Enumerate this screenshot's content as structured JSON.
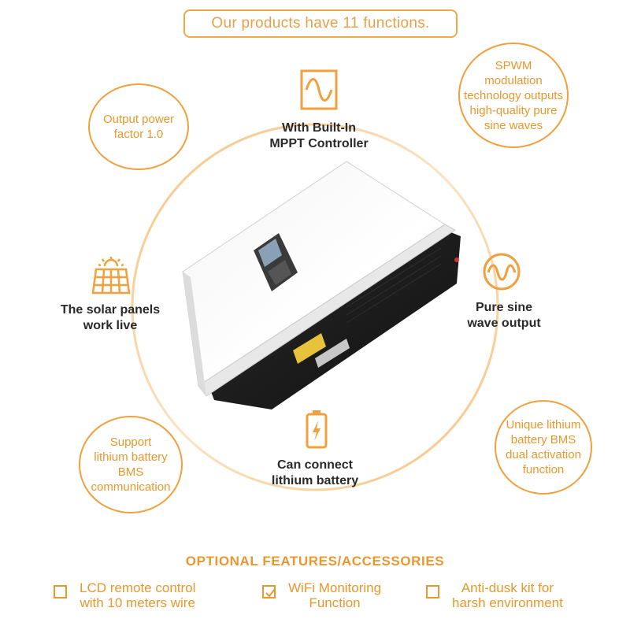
{
  "banner": {
    "title": "Our products have 11 functions."
  },
  "circles": {
    "power_factor": "Output power\nfactor 1.0",
    "spwm": "SPWM\nmodulation\ntechnology outputs\nhigh-quality pure\nsine waves",
    "bms_comm": "Support\nlithium battery\nBMS\ncommunication",
    "dual_activation": "Unique lithium\nbattery BMS\ndual activation\nfunction"
  },
  "features": {
    "mppt": "With Built-In\nMPPT Controller",
    "solar": "The solar panels\nwork live",
    "sine": "Pure sine\nwave output",
    "lithium": "Can connect\nlithium battery"
  },
  "icons": {
    "mppt": "sine-wave-icon",
    "solar": "solar-panel-icon",
    "sine": "sine-wave-circle-icon",
    "lithium": "battery-charge-icon"
  },
  "optional": {
    "title": "OPTIONAL FEATURES/ACCESSORIES",
    "items": [
      {
        "label": "LCD remote control\nwith 10 meters wire",
        "checked": false
      },
      {
        "label": "WiFi Monitoring\nFunction",
        "checked": true
      },
      {
        "label": "Anti-dusk kit for\nharsh environment",
        "checked": false
      }
    ]
  },
  "colors": {
    "accent": "#f0a03c",
    "text": "#2a2a2a"
  }
}
